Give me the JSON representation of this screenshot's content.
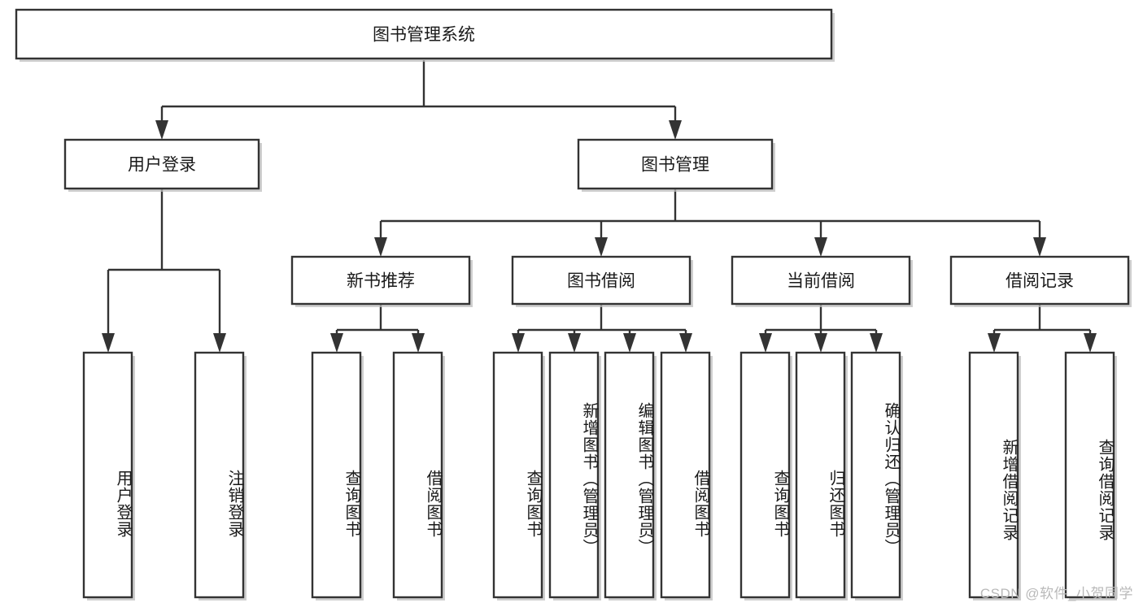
{
  "diagram": {
    "type": "tree",
    "title": "图书管理系统",
    "orientation": "top-down",
    "root": {
      "label": "图书管理系统",
      "children": [
        {
          "label": "用户登录",
          "children": [
            {
              "label": "用户登录"
            },
            {
              "label": "注销登录"
            }
          ]
        },
        {
          "label": "图书管理",
          "children": [
            {
              "label": "新书推荐",
              "children": [
                {
                  "label": "查询图书"
                },
                {
                  "label": "借阅图书"
                }
              ]
            },
            {
              "label": "图书借阅",
              "children": [
                {
                  "label": "查询图书"
                },
                {
                  "label": "新增图书（管理员）"
                },
                {
                  "label": "编辑图书（管理员）"
                },
                {
                  "label": "借阅图书"
                }
              ]
            },
            {
              "label": "当前借阅",
              "children": [
                {
                  "label": "查询图书"
                },
                {
                  "label": "归还图书"
                },
                {
                  "label": "确认归还（管理员）"
                }
              ]
            },
            {
              "label": "借阅记录",
              "children": [
                {
                  "label": "新增借阅记录"
                },
                {
                  "label": "查询借阅记录"
                }
              ]
            }
          ]
        }
      ]
    }
  },
  "nodes": {
    "root": {
      "label": "图书管理系统"
    },
    "level1": [
      {
        "label": "用户登录"
      },
      {
        "label": "图书管理"
      }
    ],
    "level2": [
      {
        "label": "新书推荐"
      },
      {
        "label": "图书借阅"
      },
      {
        "label": "当前借阅"
      },
      {
        "label": "借阅记录"
      }
    ],
    "leaves": [
      {
        "label": "用户登录"
      },
      {
        "label": "注销登录"
      },
      {
        "label": "查询图书"
      },
      {
        "label": "借阅图书"
      },
      {
        "label": "查询图书"
      },
      {
        "label": "新增图书（管理员）"
      },
      {
        "label": "编辑图书（管理员）"
      },
      {
        "label": "借阅图书"
      },
      {
        "label": "查询图书"
      },
      {
        "label": "归还图书"
      },
      {
        "label": "确认归还（管理员）"
      },
      {
        "label": "新增借阅记录"
      },
      {
        "label": "查询借阅记录"
      }
    ]
  },
  "watermark": {
    "text": "CSDN @软件_小贺同学"
  },
  "colors": {
    "box_stroke": "#333333",
    "box_fill": "#ffffff",
    "text": "#1a1a1a",
    "shadow": "#bdbdbd",
    "watermark": "#b9b9b9",
    "background": "#ffffff"
  }
}
